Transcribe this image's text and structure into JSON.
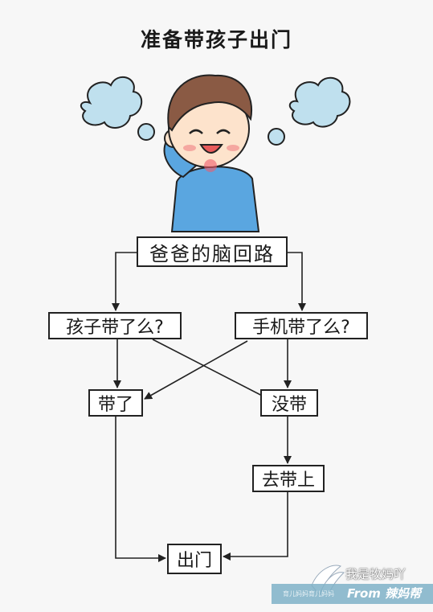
{
  "title": "准备带孩子出门",
  "flowchart": {
    "root": "爸爸的脑回路",
    "question_child": "孩子带了么?",
    "question_phone": "手机带了么?",
    "brought": "带了",
    "not_brought": "没带",
    "go_get": "去带上",
    "go_out": "出门"
  },
  "watermark": {
    "line1": "我是牧妈吖",
    "small": "育儿妈妈育儿妈妈",
    "from": "From 辣妈帮"
  },
  "colors": {
    "shirt": "#5aa6e0",
    "hair": "#8a5a44",
    "skin": "#fde3cc",
    "cloud": "#bfe0ee",
    "blush": "#f5a7a0"
  }
}
